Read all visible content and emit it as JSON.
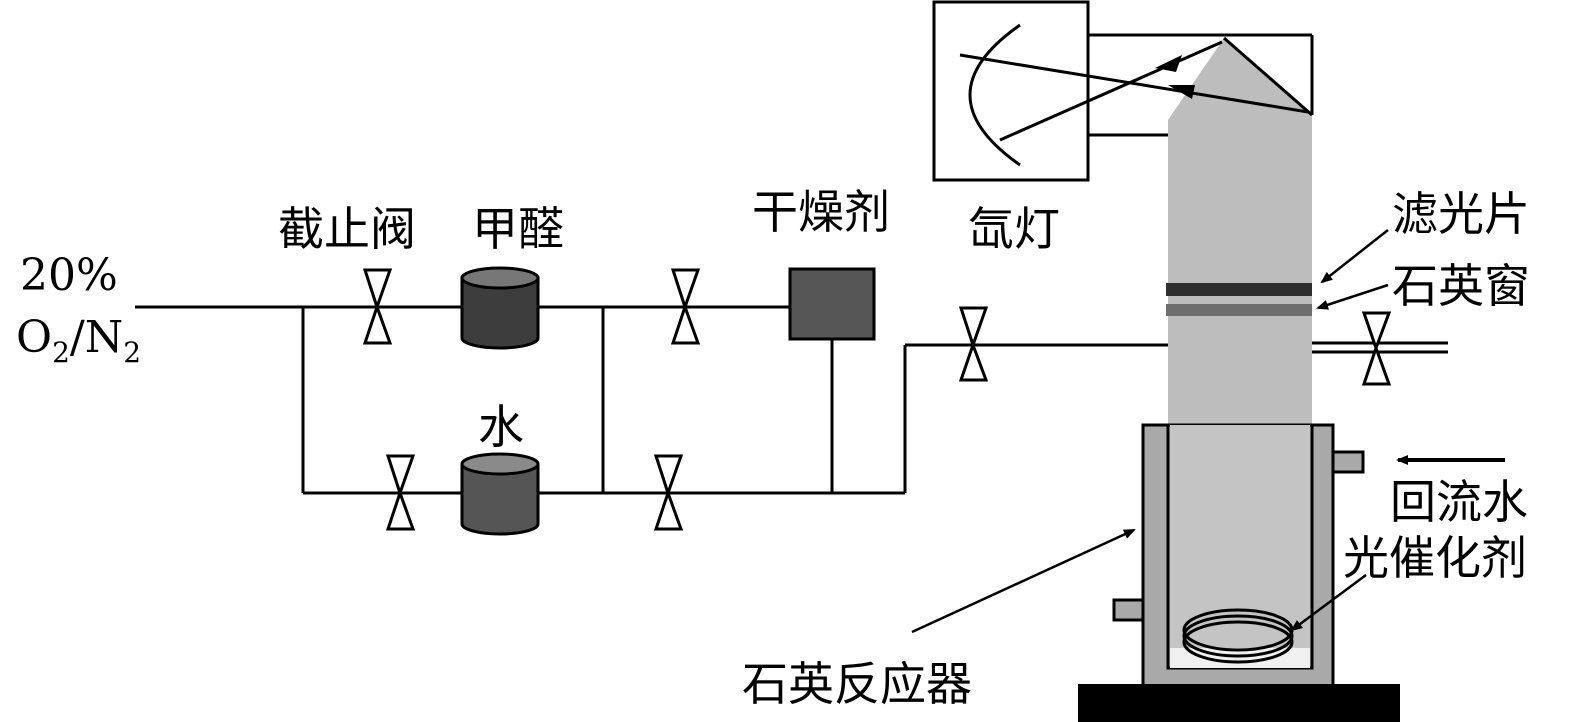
{
  "labels": {
    "inlet_line1": "20%",
    "inlet_o": "O",
    "inlet_sub1": "2",
    "inlet_slash_n": "/N",
    "inlet_sub2": "2",
    "valve": "截止阀",
    "formaldehyde": "甲醛",
    "water": "水",
    "desiccant": "干燥剂",
    "xenon_lamp": "氙灯",
    "filter": "滤光片",
    "quartz_window": "石英窗",
    "reflux_water": "回流水",
    "photocatalyst": "光催化剂",
    "quartz_reactor": "石英反应器"
  },
  "colors": {
    "line": "#000000",
    "column": "#bdbdbd",
    "jacket": "#a9a9a9",
    "vessel_dark": "#3d3d3d",
    "vessel_mid": "#555555",
    "desiccant_box": "#565656",
    "filter_band": "#2e2e2e",
    "window_band": "#6e6e6e",
    "stand": "#000000"
  }
}
